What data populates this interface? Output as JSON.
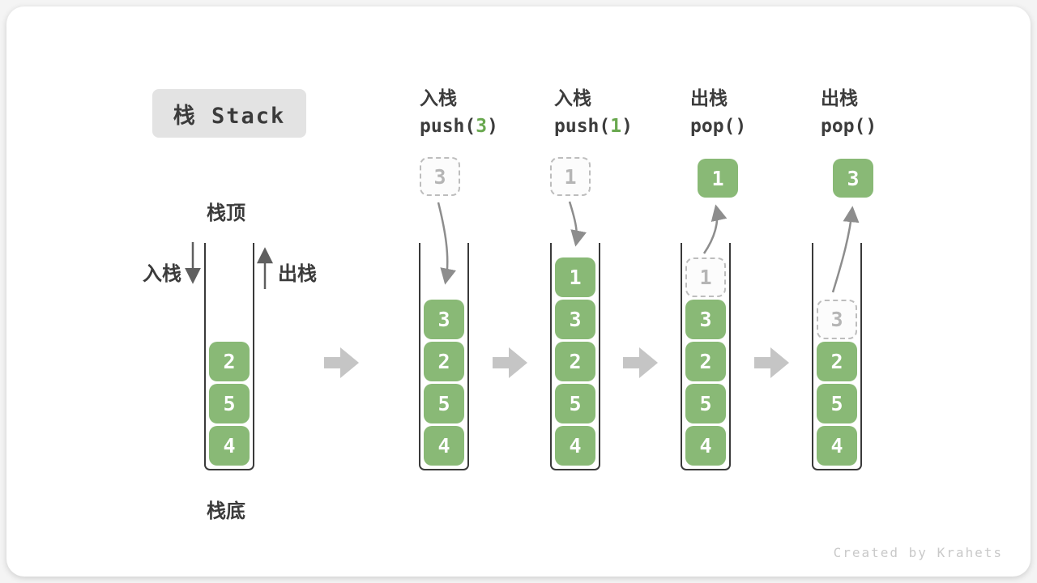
{
  "title": {
    "text": "栈 Stack"
  },
  "labels": {
    "stack_top": "栈顶",
    "stack_bottom": "栈底",
    "push_side": "入栈",
    "pop_side": "出栈"
  },
  "ops": [
    {
      "zh": "入栈",
      "code_pre": "push(",
      "code_arg": "3",
      "code_post": ")"
    },
    {
      "zh": "入栈",
      "code_pre": "push(",
      "code_arg": "1",
      "code_post": ")"
    },
    {
      "zh": "出栈",
      "code_pre": "pop(",
      "code_arg": "",
      "code_post": ")"
    },
    {
      "zh": "出栈",
      "code_pre": "pop(",
      "code_arg": "",
      "code_post": ")"
    }
  ],
  "floating": [
    {
      "value": "3",
      "style": "ghost"
    },
    {
      "value": "1",
      "style": "ghost"
    },
    {
      "value": "1",
      "style": "solid"
    },
    {
      "value": "3",
      "style": "solid"
    }
  ],
  "stacks": [
    {
      "ghost": null,
      "cells": [
        "2",
        "5",
        "4"
      ]
    },
    {
      "ghost": null,
      "cells": [
        "3",
        "2",
        "5",
        "4"
      ]
    },
    {
      "ghost": null,
      "cells": [
        "1",
        "3",
        "2",
        "5",
        "4"
      ]
    },
    {
      "ghost": "1",
      "cells": [
        "3",
        "2",
        "5",
        "4"
      ]
    },
    {
      "ghost": "3",
      "cells": [
        "2",
        "5",
        "4"
      ]
    }
  ],
  "watermark": "Created by Krahets",
  "colors": {
    "cell_green": "#89b976",
    "code_arg_green": "#69a84f",
    "ghost_gray": "#bdbdbd",
    "wall_dark": "#3a3a3a",
    "curve_arrow_gray": "#8d8d8d",
    "side_arrow_gray": "#5f5f5f",
    "block_arrow_gray": "#c5c5c5",
    "title_bg": "#e3e3e3",
    "text_dark": "#3c3c3c"
  }
}
